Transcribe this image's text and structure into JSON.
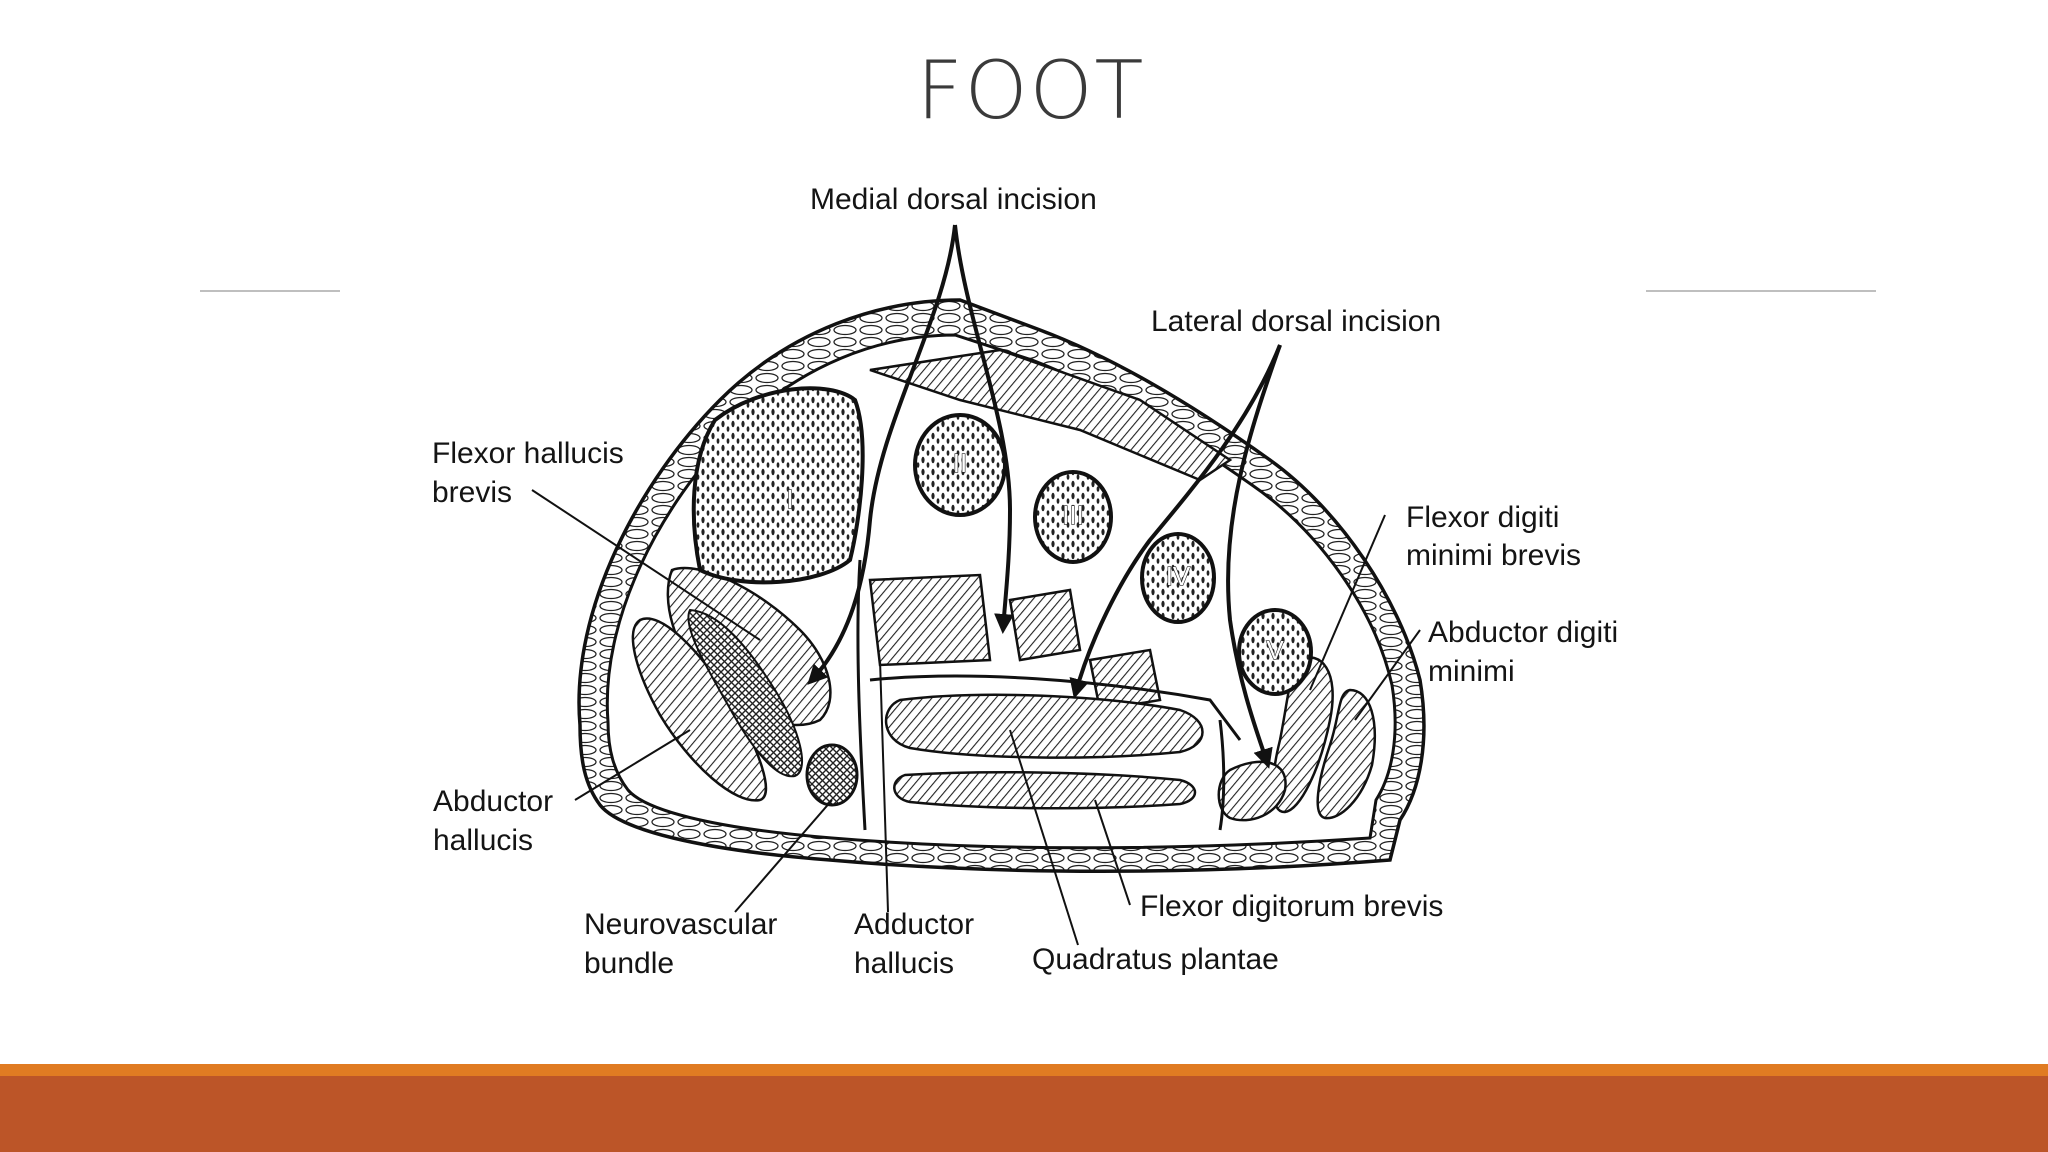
{
  "slide": {
    "title": "FOOT"
  },
  "diagram": {
    "labels": {
      "medial_dorsal_incision": "Medial dorsal incision",
      "lateral_dorsal_incision": "Lateral dorsal incision",
      "flexor_hallucis_brevis_1": "Flexor hallucis",
      "flexor_hallucis_brevis_2": "brevis",
      "flexor_digiti_minimi_brevis_1": "Flexor digiti",
      "flexor_digiti_minimi_brevis_2": "minimi brevis",
      "abductor_digiti_minimi_1": "Abductor digiti",
      "abductor_digiti_minimi_2": "minimi",
      "abductor_hallucis_1": "Abductor",
      "abductor_hallucis_2": "hallucis",
      "neurovascular_bundle_1": "Neurovascular",
      "neurovascular_bundle_2": "bundle",
      "adductor_hallucis_1": "Adductor",
      "adductor_hallucis_2": "hallucis",
      "quadratus_plantae": "Quadratus plantae",
      "flexor_digitorum_brevis": "Flexor digitorum brevis"
    },
    "metatarsals": {
      "m1": "I",
      "m2": "II",
      "m3": "III",
      "m4": "IV",
      "m5": "V"
    }
  },
  "colors": {
    "accent_orange": "#e07b22",
    "accent_rust": "#bc5528",
    "title_text": "#3a3a3a"
  }
}
